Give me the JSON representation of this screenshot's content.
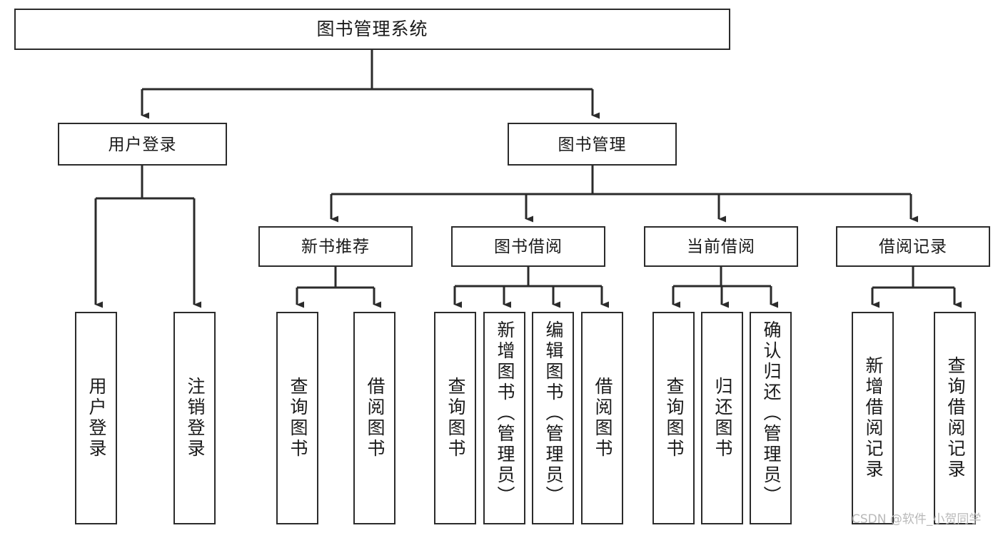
{
  "diagram": {
    "title": "图书管理系统",
    "type": "hierarchy-tree",
    "root": {
      "id": "root",
      "label": "图书管理系统"
    },
    "level2": [
      {
        "id": "user-login",
        "label": "用户登录"
      },
      {
        "id": "book-manage",
        "label": "图书管理"
      }
    ],
    "level3": [
      {
        "id": "new-book",
        "label": "新书推荐",
        "parent": "book-manage"
      },
      {
        "id": "borrow",
        "label": "图书借阅",
        "parent": "book-manage"
      },
      {
        "id": "current",
        "label": "当前借阅",
        "parent": "book-manage"
      },
      {
        "id": "record",
        "label": "借阅记录",
        "parent": "book-manage"
      }
    ],
    "level4": [
      {
        "id": "leaf-1",
        "label": "用户登录",
        "parent": "user-login"
      },
      {
        "id": "leaf-2",
        "label": "注销登录",
        "parent": "user-login"
      },
      {
        "id": "leaf-3",
        "label": "查询图书",
        "parent": "new-book"
      },
      {
        "id": "leaf-4",
        "label": "借阅图书",
        "parent": "new-book"
      },
      {
        "id": "leaf-5",
        "label": "查询图书",
        "parent": "borrow"
      },
      {
        "id": "leaf-6",
        "label": "新增图书（管理员）",
        "parent": "borrow"
      },
      {
        "id": "leaf-7",
        "label": "编辑图书（管理员）",
        "parent": "borrow"
      },
      {
        "id": "leaf-8",
        "label": "借阅图书",
        "parent": "borrow"
      },
      {
        "id": "leaf-9",
        "label": "查询图书",
        "parent": "current"
      },
      {
        "id": "leaf-10",
        "label": "归还图书",
        "parent": "current"
      },
      {
        "id": "leaf-11",
        "label": "确认归还（管理员）",
        "parent": "current"
      },
      {
        "id": "leaf-12",
        "label": "新增借阅记录",
        "parent": "record"
      },
      {
        "id": "leaf-13",
        "label": "查询借阅记录",
        "parent": "record"
      }
    ],
    "colors": {
      "stroke": "#2b2b2b",
      "fill": "#ffffff",
      "text": "#1a1a1a",
      "watermark": "#b9b9b9"
    }
  },
  "watermark": {
    "text": "CSDN @软件_小贺同学"
  }
}
